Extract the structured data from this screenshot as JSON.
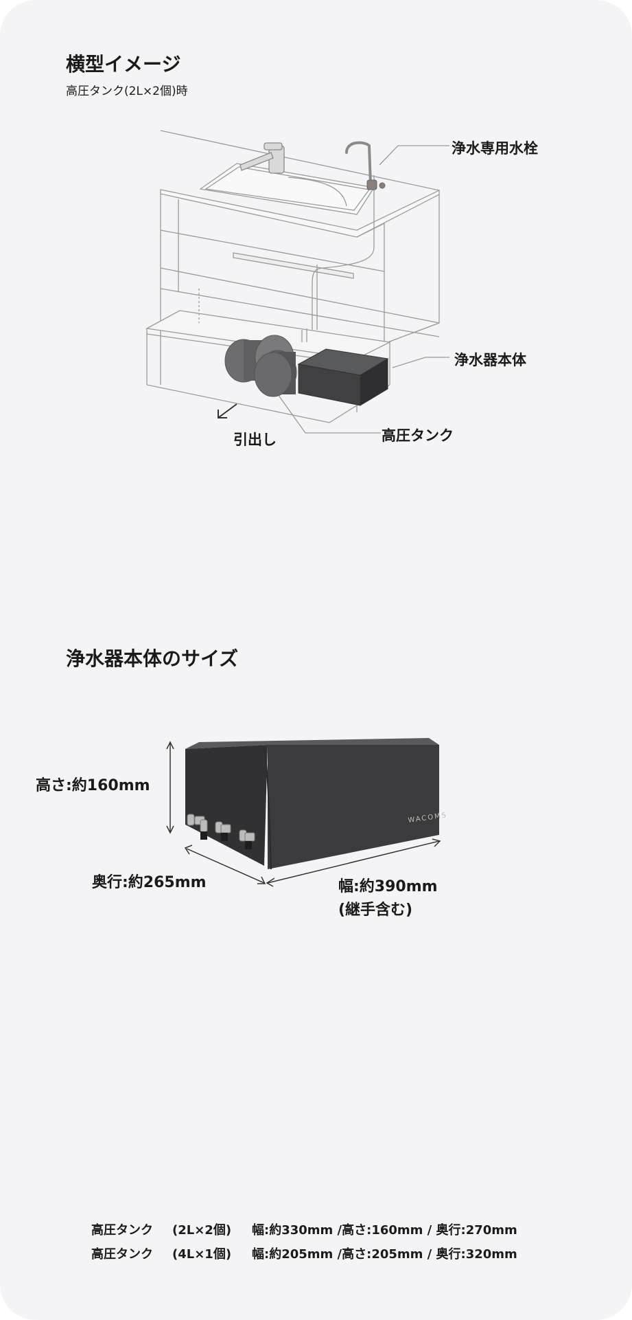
{
  "layout_section": {
    "title": "横型イメージ",
    "subtitle": "高圧タンク(2L×2個)時",
    "labels": {
      "faucet": "浄水専用水栓",
      "purifier": "浄水器本体",
      "tank": "高圧タンク",
      "drawer": "引出し"
    }
  },
  "size_section": {
    "title": "浄水器本体のサイズ",
    "brand": "WACOMS",
    "height": "高さ:約160mm",
    "depth": "奥行:約265mm",
    "width": "幅:約390mm",
    "width_note": "(継手含む)"
  },
  "specs": [
    {
      "name": "高圧タンク",
      "capacity": "(2L×2個)",
      "dims": "幅:約330mm /高さ:160mm / 奥行:270mm"
    },
    {
      "name": "高圧タンク",
      "capacity": "(4L×1個)",
      "dims": "幅:約205mm /高さ:205mm / 奥行:320mm"
    }
  ],
  "colors": {
    "card_bg": "#f4f4f6",
    "device_body": "#3b3b3d",
    "line": "#8a8a8a"
  }
}
